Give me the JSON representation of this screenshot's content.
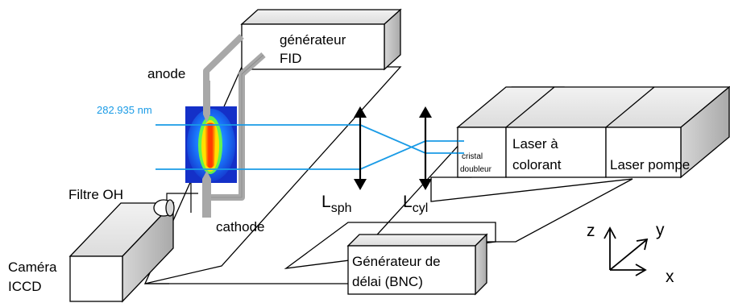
{
  "labels": {
    "generator_line1": "générateur",
    "generator_line2": "FID",
    "anode": "anode",
    "wavelength": "282.935 nm",
    "filter": "Filtre OH",
    "cathode": "cathode",
    "camera_line1": "Caméra",
    "camera_line2": "ICCD",
    "lens_sph_main": "L",
    "lens_sph_sub": "sph",
    "lens_cyl_main": "L",
    "lens_cyl_sub": "cyl",
    "crystal_line1": "cristal",
    "crystal_line2": "doubleur",
    "dye_line1": "Laser à",
    "dye_line2": "colorant",
    "pump": "Laser pompe",
    "delay_line1": "Générateur de",
    "delay_line2": "délai (BNC)",
    "axis_z": "z",
    "axis_y": "y",
    "axis_x": "x"
  },
  "colors": {
    "beam": "#1a9be6",
    "box_front": "#ffffff",
    "box_top": "#e6e6e6",
    "box_side": "#c8c8c8",
    "electrode": "#a8a8a8",
    "flame_bg": "#1430c8"
  }
}
